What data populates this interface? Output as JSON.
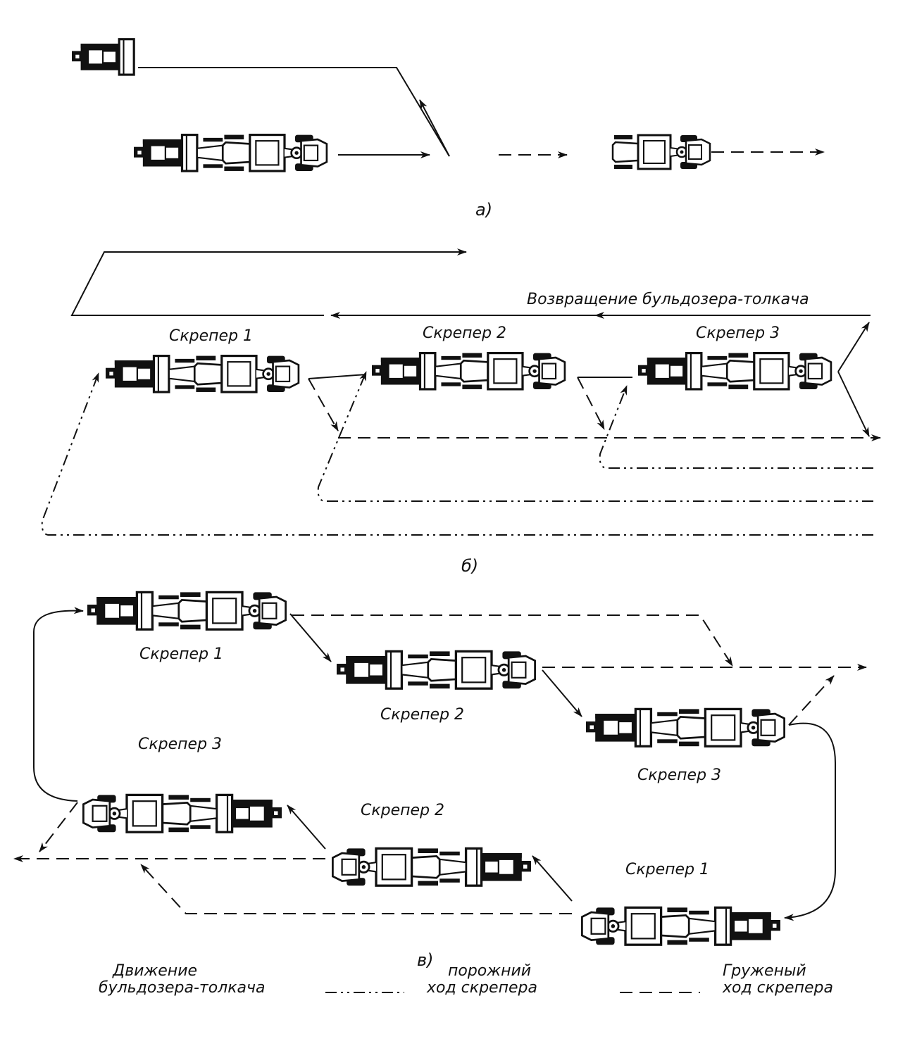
{
  "panels": {
    "a": {
      "caption": "а)"
    },
    "b": {
      "caption": "б)",
      "return_label": "Возвращение бульдозера-толкача",
      "scrapers": [
        "Скрепер 1",
        "Скрепер 2",
        "Скрепер 3"
      ]
    },
    "c": {
      "caption": "в)",
      "upper_scrapers": [
        "Скрепер 1",
        "Скрепер 2",
        "Скрепер 3"
      ],
      "lower_scrapers": [
        "Скрепер 3",
        "Скрепер 2",
        "Скрепер 1"
      ]
    }
  },
  "legend": {
    "pusher_line1": "Движение",
    "pusher_line2": "бульдозера-толкача",
    "empty_line1": "порожний",
    "empty_line2": "ход скрепера",
    "loaded_line1": "Груженый",
    "loaded_line2": "ход скрепера"
  },
  "line_styles": {
    "pusher": "solid",
    "empty": "dash-dot-dot",
    "loaded": "dashed"
  },
  "colors": {
    "ink": "#111111",
    "background": "#ffffff"
  }
}
